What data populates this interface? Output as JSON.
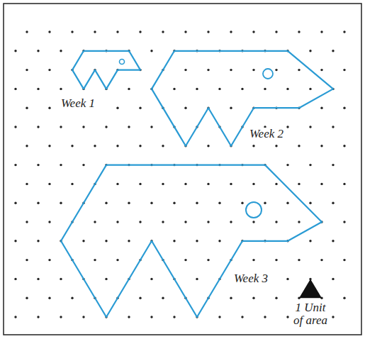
{
  "diagram": {
    "labels": [
      "Week 1",
      "Week 2",
      "Week 3",
      "1 Unit of area"
    ]
  }
}
